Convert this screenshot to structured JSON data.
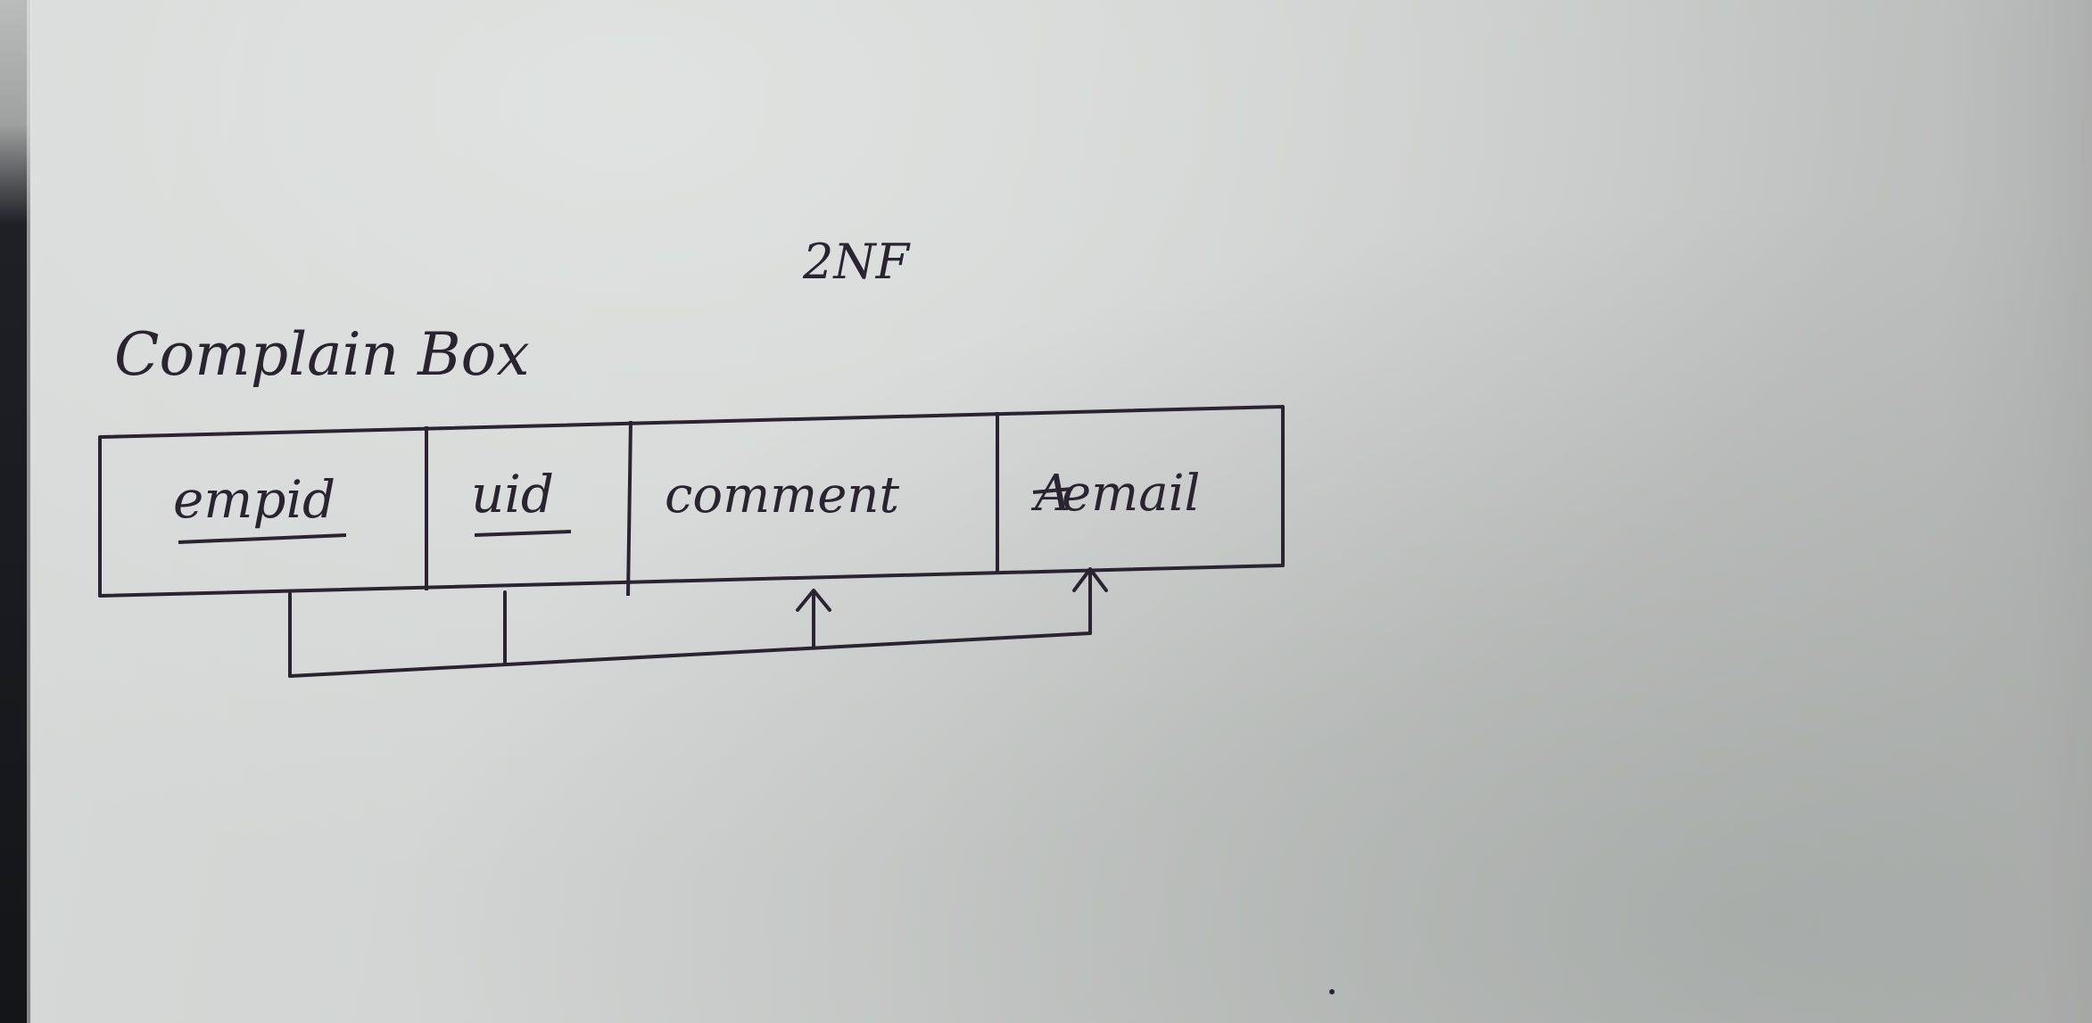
{
  "diagram": {
    "title": "2NF",
    "relation_name": "Complain Box",
    "attributes": [
      {
        "name": "empid",
        "key": true
      },
      {
        "name": "uid",
        "key": true
      },
      {
        "name": "comment",
        "key": false
      },
      {
        "name": "email",
        "struck_prefix": "A"
      }
    ],
    "dependencies": {
      "from": [
        "empid",
        "uid"
      ],
      "to": [
        "comment",
        "email"
      ]
    }
  },
  "colors": {
    "ink": "#2a2430",
    "paper": "#d3d6d4"
  }
}
